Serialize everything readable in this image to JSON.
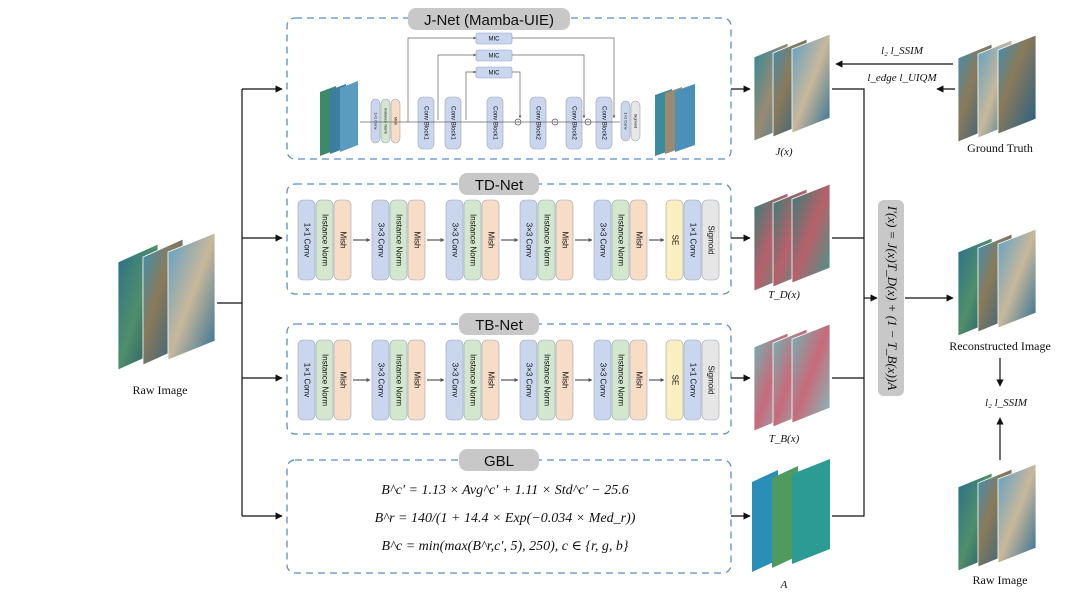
{
  "modules": {
    "jnet": {
      "title": "J-Net (Mamba-UIE)"
    },
    "tdnet": {
      "title": "TD-Net"
    },
    "tbnet": {
      "title": "TB-Net"
    },
    "gbl": {
      "title": "GBL"
    }
  },
  "jnet_blocks": {
    "head": [
      "1×1 Conv",
      "Instance Norm",
      "Mish"
    ],
    "conv": [
      "Conv Block1",
      "Conv Block1",
      "Conv Block1",
      "Conv Block2",
      "Conv Block2",
      "Conv Block2"
    ],
    "mic": [
      "MIC",
      "MIC",
      "MIC"
    ],
    "tail": [
      "1×1 Conv",
      "Sigmoid"
    ]
  },
  "td_blocks": [
    "1×1 Conv",
    "Instance Norm",
    "Mish",
    "3×3 Conv",
    "Instance Norm",
    "Mish",
    "3×3 Conv",
    "Instance Norm",
    "Mish",
    "3×3 Conv",
    "Instance Norm",
    "Mish",
    "3×3 Conv",
    "Instance Norm",
    "Mish",
    "SE",
    "1×1 Conv",
    "Sigmoid"
  ],
  "tb_blocks": [
    "1×1 Conv",
    "Instance Norm",
    "Mish",
    "3×3 Conv",
    "Instance Norm",
    "Mish",
    "3×3 Conv",
    "Instance Norm",
    "Mish",
    "3×3 Conv",
    "Instance Norm",
    "Mish",
    "3×3 Conv",
    "Instance Norm",
    "Mish",
    "SE",
    "1×1 Conv",
    "Sigmoid"
  ],
  "labels": {
    "raw_image": "Raw Image",
    "raw_image_bottom": "Raw Image",
    "jx": "J(x)",
    "tdx": "T_D(x)",
    "tbx": "T_B(x)",
    "a": "A",
    "ground_truth": "Ground Truth",
    "reconstructed": "Reconstructed Image"
  },
  "losses": {
    "top": [
      "l₂  l_SSIM",
      "l_edge  l_UIQM"
    ],
    "bottom": "l₂  l_SSIM"
  },
  "formulas": {
    "gbl": [
      "B^c′ = 1.13 × Avg^c′ + 1.11 × Std^c′ − 25.6",
      "B^r = 140/(1 + 14.4 × Exp(−0.034 × Med_r))",
      "B^c = min(max(B^r,c′, 5), 250), c ∈ {r, g, b}"
    ],
    "reconstruction": "I′(x) = J(x)T_D(x) + (1 − T_B(x))A"
  },
  "colors": {
    "conv": "#c9d6ee",
    "norm": "#d2e7cd",
    "mish": "#f7dcc6",
    "se": "#fbeec0",
    "dashed_border": "#5b8fc9",
    "title_tag": "#c8c8c8"
  }
}
